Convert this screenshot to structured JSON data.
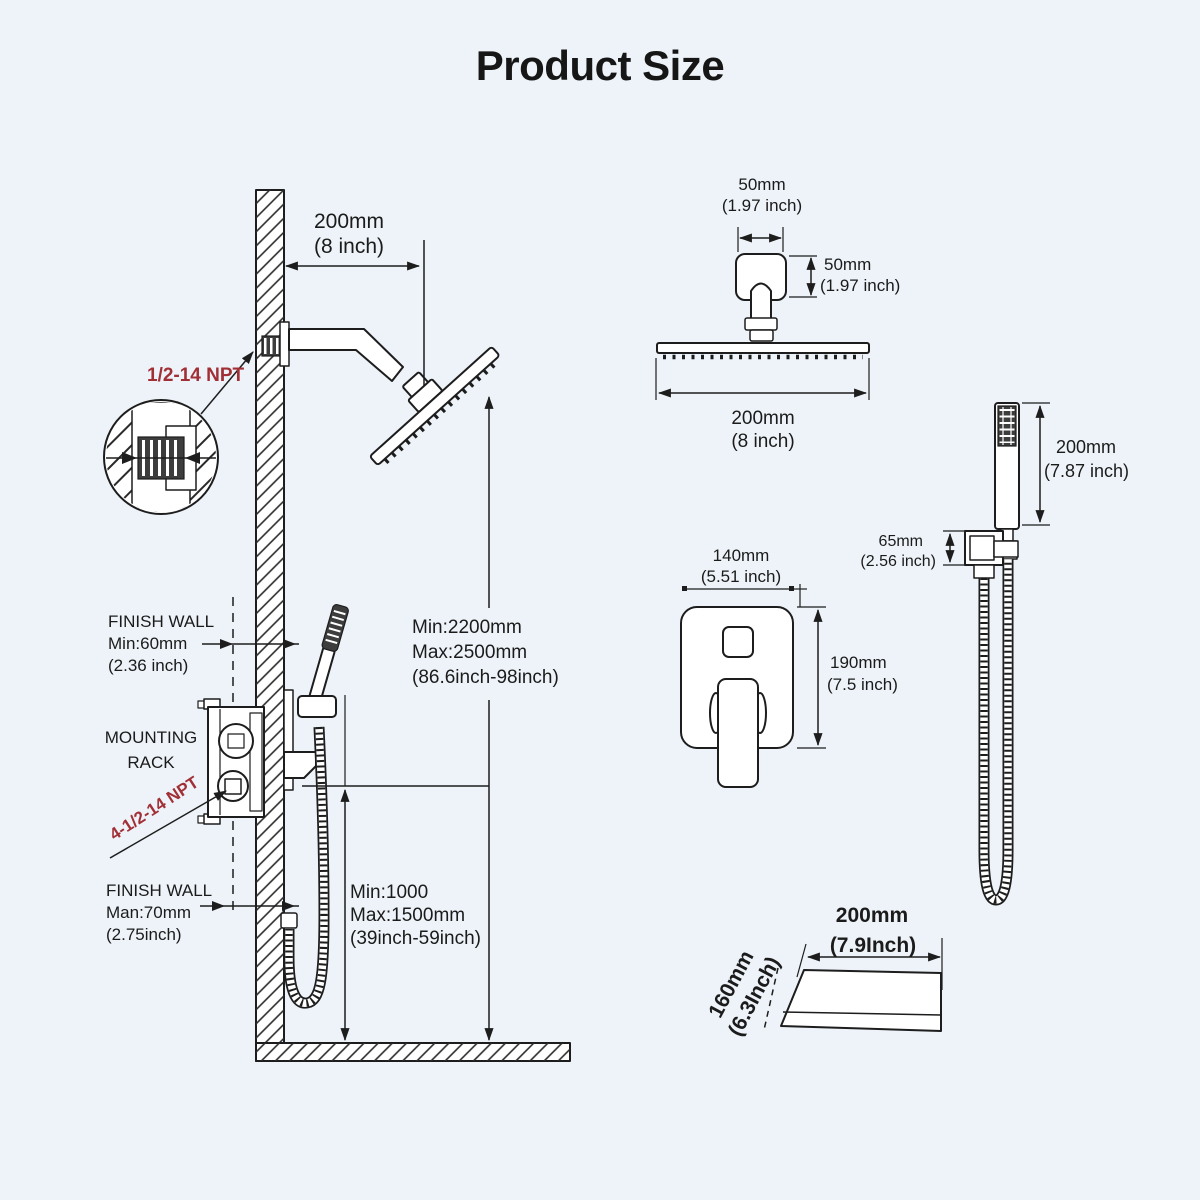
{
  "title": "Product Size",
  "colors": {
    "background": "#edf3f8",
    "line": "#1d1d1d",
    "accent_red": "#a12f36"
  },
  "installation": {
    "arm_dim": {
      "mm": "200mm",
      "inch": "(8 inch)"
    },
    "arm_thread": "1/2-14 NPT",
    "finish_wall_top": {
      "title": "FINISH WALL",
      "mm": "Min:60mm",
      "inch": "(2.36 inch)"
    },
    "mounting_rack": {
      "line1": "MOUNTING",
      "line2": "RACK"
    },
    "valve_thread": "4-1/2-14 NPT",
    "finish_wall_bottom": {
      "title": "FINISH WALL",
      "mm": "Man:70mm",
      "inch": "(2.75inch)"
    },
    "head_height": {
      "min": "Min:2200mm",
      "max": "Max:2500mm",
      "inch": "(86.6inch-98inch)"
    },
    "outlet_height": {
      "min": "Min:1000",
      "max": "Max:1500mm",
      "inch": "(39inch-59inch)"
    }
  },
  "head_view": {
    "top_width": {
      "mm": "50mm",
      "inch": "(1.97 inch)"
    },
    "side_height": {
      "mm": "50mm",
      "inch": "(1.97 inch)"
    },
    "face_width": {
      "mm": "200mm",
      "inch": "(8 inch)"
    }
  },
  "hand_shower": {
    "wand_length": {
      "mm": "200mm",
      "inch": "(7.87 inch)"
    },
    "holder": {
      "mm": "65mm",
      "inch": "(2.56 inch)"
    }
  },
  "valve_view": {
    "width": {
      "mm": "140mm",
      "inch": "(5.51 inch)"
    },
    "height": {
      "mm": "190mm",
      "inch": "(7.5 inch)"
    }
  },
  "spout_view": {
    "length": {
      "mm": "200mm",
      "inch": "(7.9Inch)"
    },
    "depth": {
      "mm": "160mm",
      "inch": "(6.3Inch)"
    }
  }
}
